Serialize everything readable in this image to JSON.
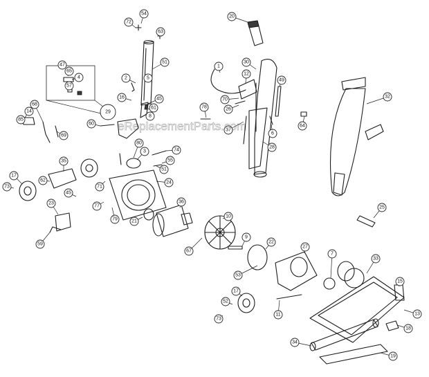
{
  "watermark": "eReplacementParts.com",
  "callouts": [
    {
      "label": "54"
    },
    {
      "label": "72"
    },
    {
      "label": "63"
    },
    {
      "label": "51"
    },
    {
      "label": "2"
    },
    {
      "label": "5"
    },
    {
      "label": "16"
    },
    {
      "label": "45"
    },
    {
      "label": "61"
    },
    {
      "label": "8"
    },
    {
      "label": "47"
    },
    {
      "label": "65"
    },
    {
      "label": "4"
    },
    {
      "label": "57"
    },
    {
      "label": "29"
    },
    {
      "label": "68"
    },
    {
      "label": "14"
    },
    {
      "label": "85"
    },
    {
      "label": "69"
    },
    {
      "label": "60"
    },
    {
      "label": "20"
    },
    {
      "label": "1"
    },
    {
      "label": "30"
    },
    {
      "label": "12"
    },
    {
      "label": "70"
    },
    {
      "label": "26"
    },
    {
      "label": "37"
    },
    {
      "label": "28"
    },
    {
      "label": "78"
    },
    {
      "label": "49"
    },
    {
      "label": "64"
    },
    {
      "label": "6"
    },
    {
      "label": "32"
    },
    {
      "label": "80"
    },
    {
      "label": "3"
    },
    {
      "label": "74"
    },
    {
      "label": "55"
    },
    {
      "label": "51"
    },
    {
      "label": "35"
    },
    {
      "label": "17"
    },
    {
      "label": "73"
    },
    {
      "label": "62"
    },
    {
      "label": "71"
    },
    {
      "label": "24"
    },
    {
      "label": "45"
    },
    {
      "label": "23"
    },
    {
      "label": "77"
    },
    {
      "label": "36"
    },
    {
      "label": "21"
    },
    {
      "label": "79"
    },
    {
      "label": "59"
    },
    {
      "label": "10"
    },
    {
      "label": "9"
    },
    {
      "label": "22"
    },
    {
      "label": "67"
    },
    {
      "label": "53"
    },
    {
      "label": "27"
    },
    {
      "label": "7"
    },
    {
      "label": "33"
    },
    {
      "label": "25"
    },
    {
      "label": "17"
    },
    {
      "label": "52"
    },
    {
      "label": "73"
    },
    {
      "label": "11"
    },
    {
      "label": "15"
    },
    {
      "label": "13"
    },
    {
      "label": "18"
    },
    {
      "label": "34"
    },
    {
      "label": "19"
    }
  ]
}
